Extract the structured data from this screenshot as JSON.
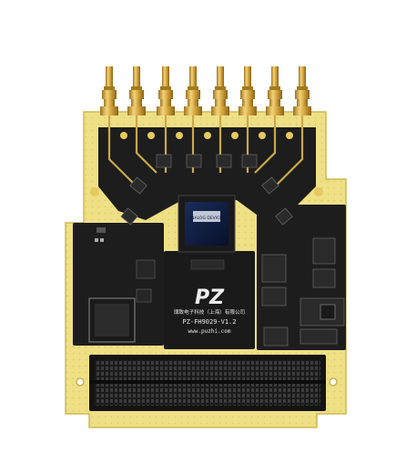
{
  "board": {
    "brand_logo": "PZ",
    "company_name": "璞致电子科技（上海）有限公司",
    "model": "PZ-FH9029-V1.2",
    "website": "www.puzhi.com",
    "chip_logo": "ANALOG DEVICES",
    "connector_count": 8,
    "colors": {
      "pcb": "#f1e486",
      "pcb_edge": "#d9c65a",
      "mask": "#1c1c1c",
      "gold": "#d7ac4a",
      "chip": "#0d1a3a"
    }
  }
}
